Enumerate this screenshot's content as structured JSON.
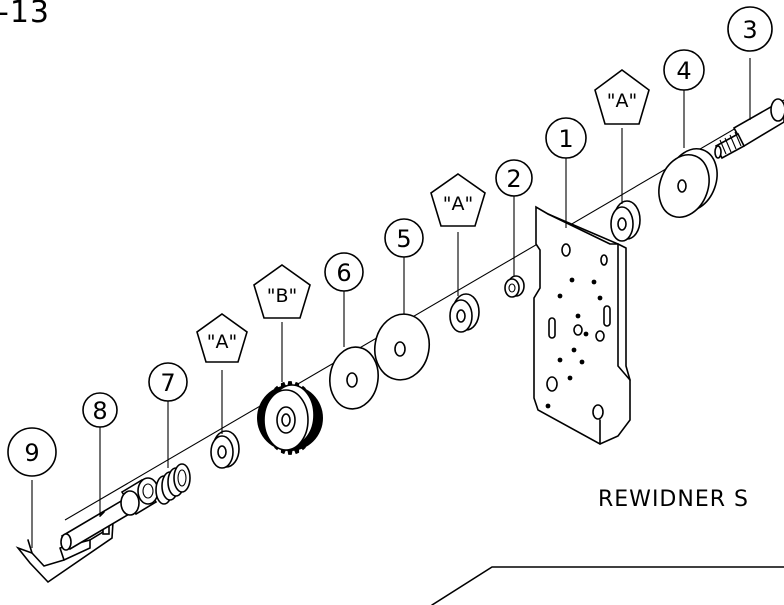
{
  "figure_ref": "-13",
  "caption": "REWIDNER  S",
  "part_numbers": [
    "1",
    "2",
    "3",
    "4",
    "5",
    "6",
    "7",
    "8",
    "9"
  ],
  "callouts": {
    "a": "\"A\"",
    "b": "\"B\""
  }
}
